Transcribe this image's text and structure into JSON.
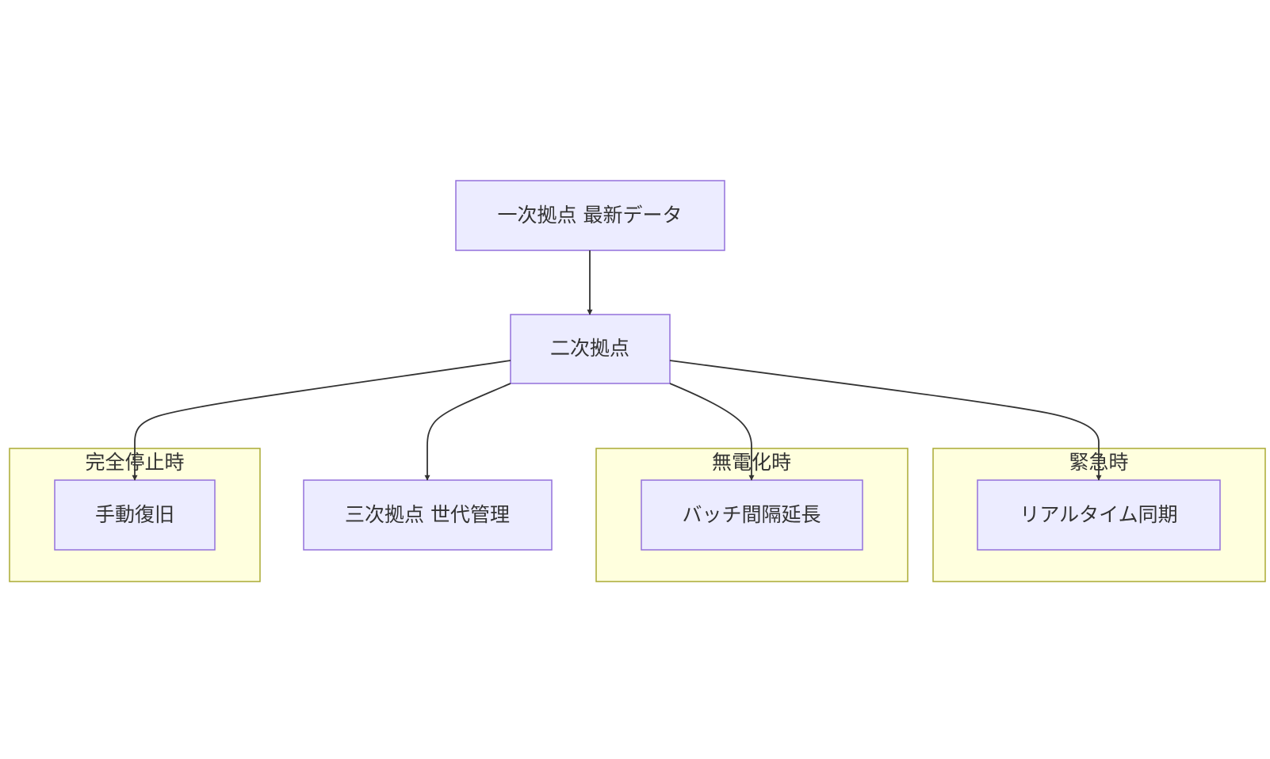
{
  "diagram": {
    "type": "flowchart",
    "direction": "top-down",
    "colors": {
      "node_fill": "#ececff",
      "node_border": "#9370db",
      "cluster_fill": "#ffffde",
      "cluster_border": "#aaaa33",
      "edge": "#333333",
      "text": "#333333"
    },
    "nodes": {
      "primary": "一次拠点 最新データ",
      "secondary": "二次拠点",
      "manual": "手動復旧",
      "tertiary": "三次拠点 世代管理",
      "batch": "バッチ間隔延長",
      "realtime": "リアルタイム同期"
    },
    "clusters": {
      "full_stop": "完全停止時",
      "unpowered": "無電化時",
      "emergency": "緊急時"
    },
    "edges": [
      {
        "from": "primary",
        "to": "secondary"
      },
      {
        "from": "secondary",
        "to": "manual"
      },
      {
        "from": "secondary",
        "to": "tertiary"
      },
      {
        "from": "secondary",
        "to": "batch"
      },
      {
        "from": "secondary",
        "to": "realtime"
      }
    ]
  }
}
